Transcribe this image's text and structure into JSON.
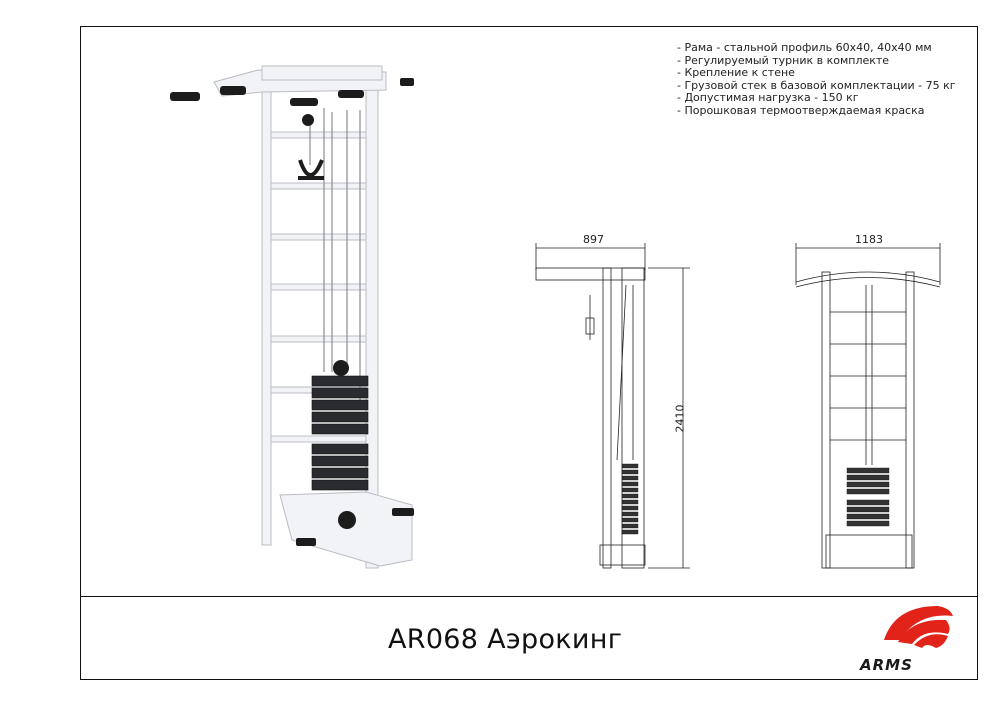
{
  "specs": [
    "- Рама - стальной профиль 60х40, 40х40 мм",
    "- Регулируемый турник в комплекте",
    "- Крепление к стене",
    "- Грузовой стек в базовой комплектации - 75 кг",
    "- Допустимая нагрузка - 150 кг",
    "- Порошковая термоотверждаемая краска"
  ],
  "dimensions": {
    "side_width": "897",
    "front_width": "1183",
    "height": "2410"
  },
  "title": "AR068 Аэрокинг",
  "brand": {
    "name": "ARMS",
    "color_primary": "#e2231a",
    "color_secondary": "#1a1a1a"
  }
}
